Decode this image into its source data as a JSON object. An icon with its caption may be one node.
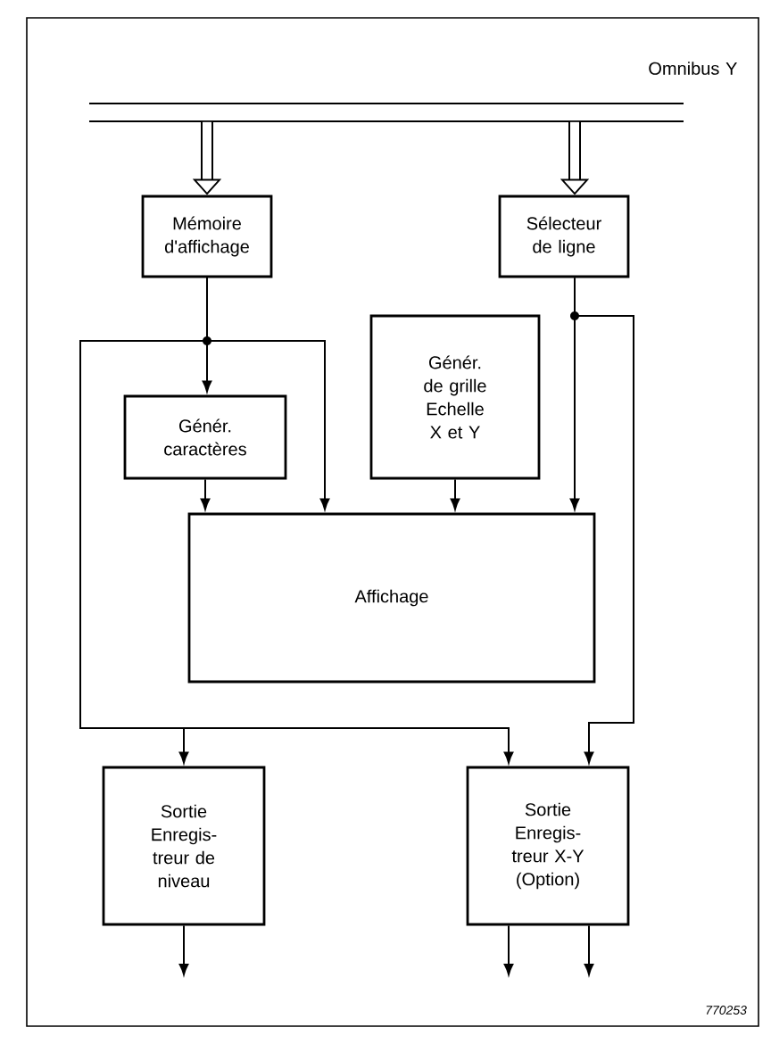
{
  "diagram": {
    "nodes": [
      {
        "text": [
          "Omnibus Y"
        ]
      },
      {
        "text": [
          "Mémoire d'affichage"
        ]
      },
      {
        "text": [
          "Sélecteur de ligne"
        ]
      },
      {
        "text": [
          "Génér. de grille Echelle X et Y"
        ]
      },
      {
        "text": [
          "Génér. caractères"
        ]
      },
      {
        "text": [
          "Affichage"
        ]
      },
      {
        "text": [
          "Sortie Enregis- treur de niveau"
        ]
      },
      {
        "text": [
          "Sortie Enregis- treur X-Y (Option)"
        ]
      }
    ],
    "edges": [
      {
        "from": 0,
        "to": 1,
        "arrow": "to",
        "style": "thick"
      },
      {
        "from": 0,
        "to": 2,
        "arrow": "to",
        "style": "thick"
      },
      {
        "from": 1,
        "to": 4,
        "arrow": "to"
      },
      {
        "from": 1,
        "to": 5,
        "arrow": "to"
      },
      {
        "from": 1,
        "to": 6,
        "arrow": "to"
      },
      {
        "from": 1,
        "to": 7,
        "arrow": "to"
      },
      {
        "from": 4,
        "to": 5,
        "arrow": "to"
      },
      {
        "from": 3,
        "to": 5,
        "arrow": "to"
      },
      {
        "from": 2,
        "to": 5,
        "arrow": "to"
      },
      {
        "from": 2,
        "to": 7,
        "arrow": "to"
      },
      {
        "from": 6,
        "to": null,
        "arrow": "to"
      },
      {
        "from": 7,
        "to": null,
        "arrow": "to"
      },
      {
        "from": 7,
        "to": null,
        "arrow": "to"
      }
    ],
    "labels": [
      "770253"
    ]
  }
}
